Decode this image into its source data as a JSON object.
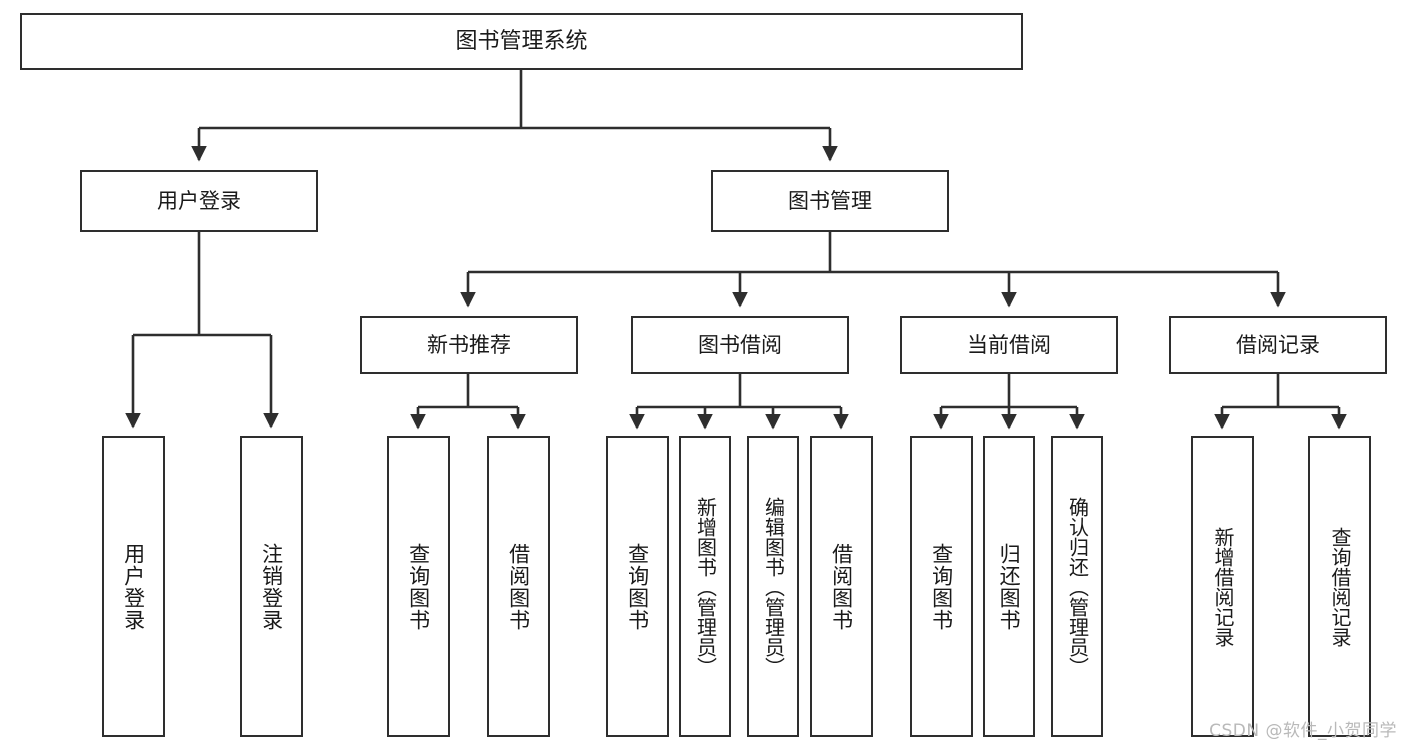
{
  "diagram": {
    "title": "图书管理系统",
    "watermark": "CSDN @软件_小贺同学",
    "line_color": "#2e2e2e",
    "box_fill": "#ffffff",
    "text_color": "#1a1a1a",
    "watermark_color": "#b9b9b9"
  },
  "nodes": {
    "root": {
      "label": "图书管理系统"
    },
    "level2": [
      {
        "label": "用户登录"
      },
      {
        "label": "图书管理"
      }
    ],
    "level3": [
      {
        "label": "新书推荐"
      },
      {
        "label": "图书借阅"
      },
      {
        "label": "当前借阅"
      },
      {
        "label": "借阅记录"
      }
    ],
    "leaves": {
      "user_login": [
        {
          "label": "用户登录"
        },
        {
          "label": "注销登录"
        }
      ],
      "new_book_recommend": [
        {
          "label": "查询图书"
        },
        {
          "label": "借阅图书"
        }
      ],
      "book_borrow": [
        {
          "label": "查询图书"
        },
        {
          "label": "新增图书（管理员）"
        },
        {
          "label": "编辑图书（管理员）"
        },
        {
          "label": "借阅图书"
        }
      ],
      "current_borrow": [
        {
          "label": "查询图书"
        },
        {
          "label": "归还图书"
        },
        {
          "label": "确认归还（管理员）"
        }
      ],
      "borrow_record": [
        {
          "label": "新增借阅记录"
        },
        {
          "label": "查询借阅记录"
        }
      ]
    }
  }
}
